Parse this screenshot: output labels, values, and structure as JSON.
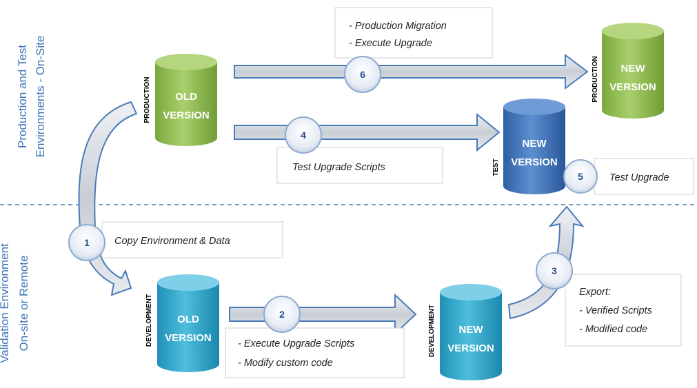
{
  "zones": {
    "top_label_line1": "Production and Test",
    "top_label_line2": "Environments - On-Site",
    "bottom_label_line1": "Validation Environment",
    "bottom_label_line2": "On-site or Remote"
  },
  "databases": {
    "prod_old": {
      "role": "PRODUCTION",
      "line1": "OLD",
      "line2": "VERSION"
    },
    "prod_new": {
      "role": "PRODUCTION",
      "line1": "NEW",
      "line2": "VERSION"
    },
    "test_new": {
      "role": "TEST",
      "line1": "NEW",
      "line2": "VERSION"
    },
    "dev_old": {
      "role": "DEVELOPMENT",
      "line1": "OLD",
      "line2": "VERSION"
    },
    "dev_new": {
      "role": "DEVELOPMENT",
      "line1": "NEW",
      "line2": "VERSION"
    }
  },
  "steps": {
    "s1": {
      "num": "1",
      "text": "Copy Environment & Data"
    },
    "s2": {
      "num": "2",
      "line1": "- Execute Upgrade Scripts",
      "line2": "- Modify custom code"
    },
    "s3": {
      "num": "3",
      "line1": "Export:",
      "line2": "- Verified Scripts",
      "line3": "- Modified code"
    },
    "s4": {
      "num": "4",
      "text": "Test Upgrade Scripts"
    },
    "s5": {
      "num": "5",
      "text": "Test Upgrade"
    },
    "s6": {
      "num": "6",
      "line1": "- Production Migration",
      "line2": "- Execute Upgrade"
    }
  },
  "colors": {
    "green": "#8dba4e",
    "blue": "#3d73b8",
    "teal": "#2ea3c6",
    "arrow_fill": "#d6dbe2",
    "arrow_outline": "#4a7bb7",
    "divider": "#4a7bb7",
    "circle_border": "#8fa9cf"
  }
}
